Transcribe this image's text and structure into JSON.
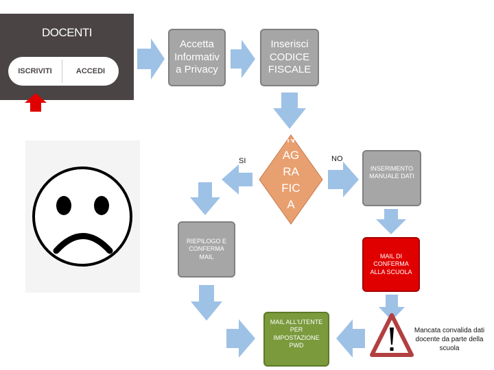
{
  "login_panel": {
    "title": "DOCENTI",
    "register_label": "ISCRIVITI",
    "login_label": "ACCEDI"
  },
  "flow": {
    "privacy_box": "Accetta Informativ a Privacy",
    "codice_fiscale_box": "Inserisci CODICE FISCALE",
    "decision_partial_top": "N",
    "decision_line1": "AG",
    "decision_line2": "RA",
    "decision_line3": "FIC",
    "decision_partial_bottom": "A",
    "yes_label": "SI",
    "no_label": "NO",
    "manual_entry_box": "INSERIMENTO MANUALE DATI",
    "summary_box": "RIEPILOGO E CONFERMA MAIL",
    "school_mail_box": "MAIL DI CONFERMA ALLA SCUOLA",
    "user_mail_box": "MAIL ALL'UTENTE PER IMPOSTAZIONE PWD",
    "warning_text": "Mancata convalida dati docente da parte della scuola"
  },
  "colors": {
    "arrow": "#9ec1e6",
    "grey_box": "#a6a6a6",
    "decision": "#e8a070",
    "red_box": "#e00000",
    "green_box": "#7a9a3c",
    "red_pointer": "#e00000",
    "panel_bg": "#4a4544"
  },
  "icons": {
    "sad_face": "sad-face-icon",
    "warning": "warning-triangle-icon"
  }
}
